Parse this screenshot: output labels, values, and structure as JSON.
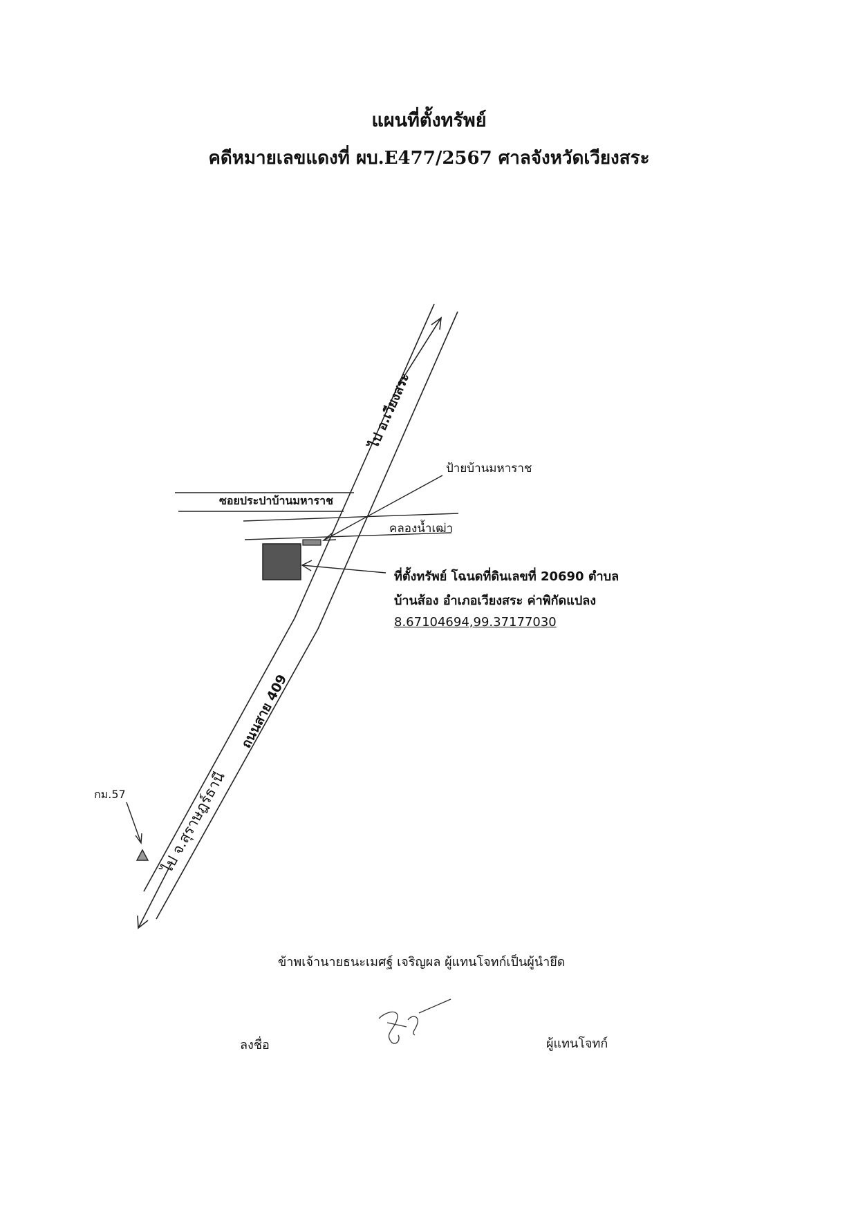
{
  "title": "แผนที่ตั้งทรัพย์",
  "subtitle": "คดีหมายเลขแดงที่ ผบ.E477/2567 ศาลจังหวัดเวียงสระ",
  "map": {
    "road_to_top": "ไป อ.เวียงสระ",
    "road_name": "ถนนสาย 409",
    "road_to_bottom": "ไป จ.สุราษฎร์ธานี",
    "soi": "ซอยประปาบ้านมหาราช",
    "canal": "คลองน้ำเฒ่า",
    "sign": "ป้ายบ้านมหาราช",
    "km_marker": "กม.57",
    "property_line1": "ที่ตั้งทรัพย์ โฉนดที่ดินเลขที่ 20690 ตำบล",
    "property_line2": "บ้านส้อง อำเภอเวียงสระ ค่าพิกัดแปลง",
    "coordinates": "8.67104694,99.37177030"
  },
  "statement": "ข้าพเจ้านายธนะเมศฐ์ เจริญผล ผู้แทนโจทก์เป็นผู้นำยึด",
  "signature": {
    "sign_label": "ลงชื่อ",
    "role": "ผู้แทนโจทก์"
  },
  "colors": {
    "ink": "#111111",
    "property_fill": "#555555"
  }
}
